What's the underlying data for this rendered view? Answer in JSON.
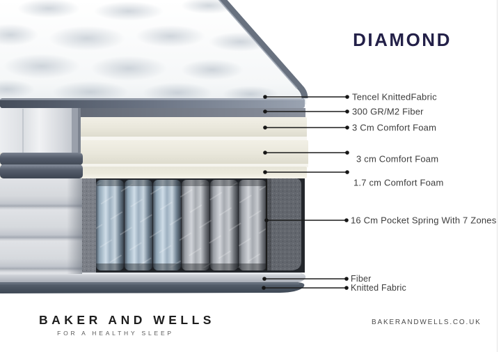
{
  "title": "DIAMOND",
  "diagram": {
    "annotations": [
      {
        "label": "Tencel KnittedFabric"
      },
      {
        "label": "300 GR/M2 Fiber"
      },
      {
        "label": "3 Cm Comfort Foam"
      },
      {
        "label": "3 cm Comfort Foam"
      },
      {
        "label": "1.7 cm Comfort Foam"
      },
      {
        "label": "16 Cm Pocket Spring With 7 Zones"
      },
      {
        "label": "Fiber"
      },
      {
        "label": "Knitted Fabric"
      }
    ],
    "layers_depicted": [
      "quilted knitted top fabric",
      "fiber pad",
      "comfort foam layer",
      "comfort foam layer",
      "thin comfort foam layer",
      "pocket springs with encasement foam",
      "bottom fiber pad",
      "bottom knitted fabric"
    ]
  },
  "footer": {
    "brand": "BAKER AND WELLS",
    "tagline": "FOR A HEALTHY SLEEP",
    "website": "BAKERANDWELLS.CO.UK"
  },
  "colors": {
    "title_text": "#232048",
    "annotation_text": "#3c3c3c",
    "leader_line": "#1b1b1b",
    "brand_text": "#1d1d1d",
    "foam_cream": "#eae8dc",
    "tape_slate": "#68717f",
    "spring_blue": "#9db0c0",
    "spring_grey": "#a6aab0"
  }
}
